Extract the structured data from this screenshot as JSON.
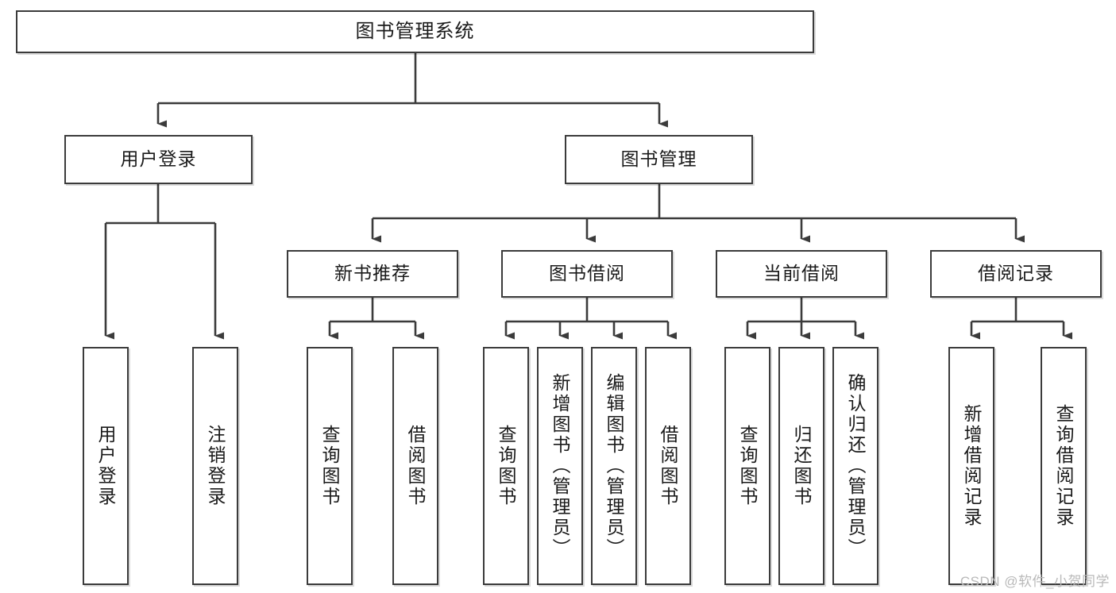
{
  "diagram": {
    "type": "tree",
    "title": "图书管理系统",
    "watermark": "CSDN @软件_小贺同学",
    "colors": {
      "box_border": "#3b3b3b",
      "box_fill": "#ffffff",
      "line": "#3b3b3b",
      "text": "#1a1a1a",
      "watermark": "#b9b9b9"
    },
    "nodes": {
      "root": {
        "label": "图书管理系统",
        "level": 1
      },
      "l2": [
        {
          "id": "user-login",
          "label": "用户登录"
        },
        {
          "id": "book-manage",
          "label": "图书管理"
        }
      ],
      "l3": [
        {
          "id": "new-book-recommend",
          "label": "新书推荐"
        },
        {
          "id": "book-borrow",
          "label": "图书借阅"
        },
        {
          "id": "current-borrow",
          "label": "当前借阅"
        },
        {
          "id": "borrow-record",
          "label": "借阅记录"
        }
      ],
      "leaves": {
        "user_login": [
          {
            "id": "leaf-user-login",
            "label": "用户登录"
          },
          {
            "id": "leaf-logout-login",
            "label": "注销登录"
          }
        ],
        "new_book_recommend": [
          {
            "id": "leaf-query-book-1",
            "label": "查询图书"
          },
          {
            "id": "leaf-borrow-book-1",
            "label": "借阅图书"
          }
        ],
        "book_borrow": [
          {
            "id": "leaf-query-book-2",
            "label": "查询图书"
          },
          {
            "id": "leaf-add-book",
            "label": "新增图书（管理员）"
          },
          {
            "id": "leaf-edit-book",
            "label": "编辑图书（管理员）"
          },
          {
            "id": "leaf-borrow-book-2",
            "label": "借阅图书"
          }
        ],
        "current_borrow": [
          {
            "id": "leaf-query-book-3",
            "label": "查询图书"
          },
          {
            "id": "leaf-return-book",
            "label": "归还图书"
          },
          {
            "id": "leaf-confirm-return",
            "label": "确认归还（管理员）"
          }
        ],
        "borrow_record": [
          {
            "id": "leaf-add-record",
            "label": "新增借阅记录"
          },
          {
            "id": "leaf-query-record",
            "label": "查询借阅记录"
          }
        ]
      }
    }
  }
}
